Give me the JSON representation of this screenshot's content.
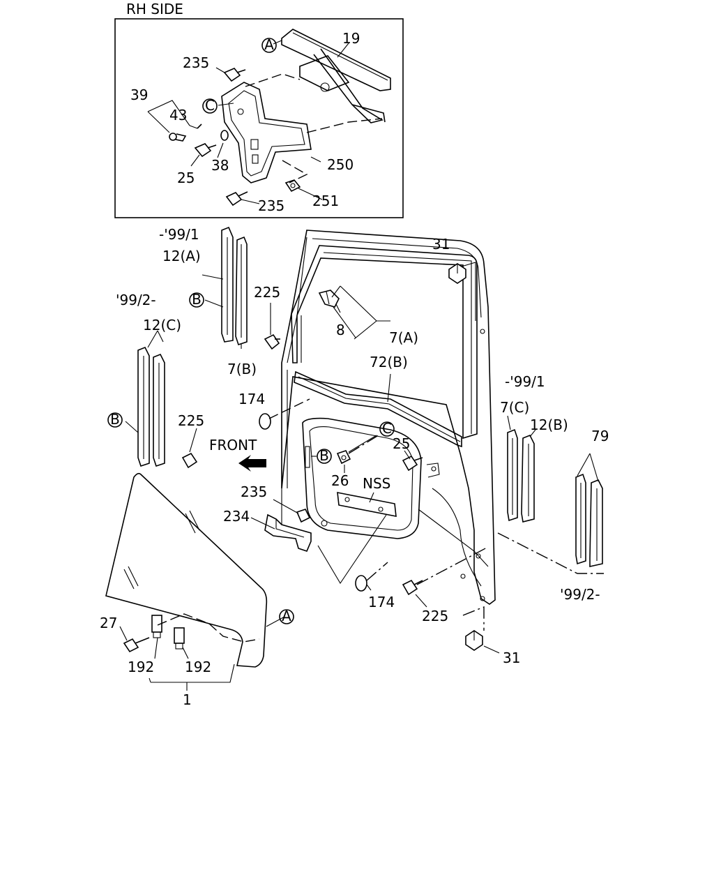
{
  "inset": {
    "title": "RH SIDE"
  },
  "markers": {
    "A": "A",
    "B": "B",
    "C": "C"
  },
  "direction": {
    "front": "FRONT"
  },
  "notes": {
    "upto_99_1": "-'99/1",
    "from_99_2": "'99/2-",
    "nss": "NSS"
  },
  "parts": {
    "p1": "1",
    "p7a": "7(A)",
    "p7b": "7(B)",
    "p7c": "7(C)",
    "p8": "8",
    "p12a": "12(A)",
    "p12b": "12(B)",
    "p12c": "12(C)",
    "p19": "19",
    "p25": "25",
    "p26": "26",
    "p27": "27",
    "p31": "31",
    "p38": "38",
    "p39": "39",
    "p43": "43",
    "p72b": "72(B)",
    "p79": "79",
    "p174": "174",
    "p192": "192",
    "p225": "225",
    "p234": "234",
    "p235": "235",
    "p250": "250",
    "p251": "251"
  }
}
